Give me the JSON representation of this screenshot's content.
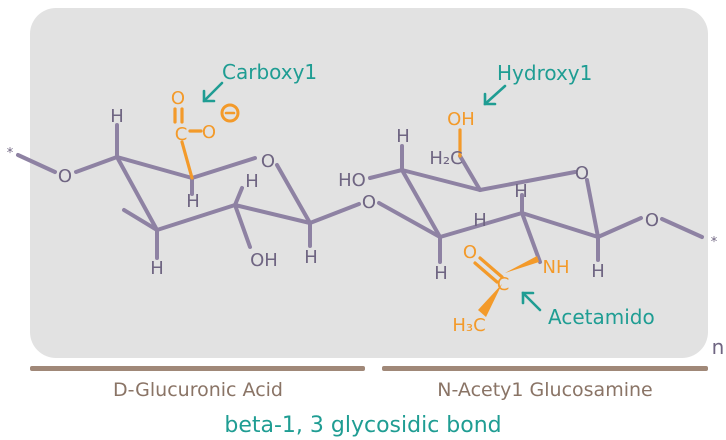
{
  "atoms": {
    "h": "H",
    "o": "O",
    "c": "C",
    "oh": "OH",
    "ho": "HO",
    "nh": "NH",
    "h2c": "H₂C",
    "h3c": "H₃C",
    "star": "*",
    "minus": "−",
    "n": "n"
  },
  "labels": {
    "carboxyl": "Carboxy1",
    "hydroxyl": "Hydroxy1",
    "acetamido": "Acetamido",
    "unit_left": "D-Glucuronic Acid",
    "unit_right": "N-Acety1 Glucosamine",
    "bond": "beta-1, 3 glycosidic bond"
  },
  "colors": {
    "panel": "#e2e2e2",
    "skeleton": "#8e82a3",
    "atoms": "#6f6582",
    "functional": "#f39a2a",
    "annotation": "#1f9d93",
    "bars": "#a08878",
    "unit_text": "#8a7466"
  }
}
